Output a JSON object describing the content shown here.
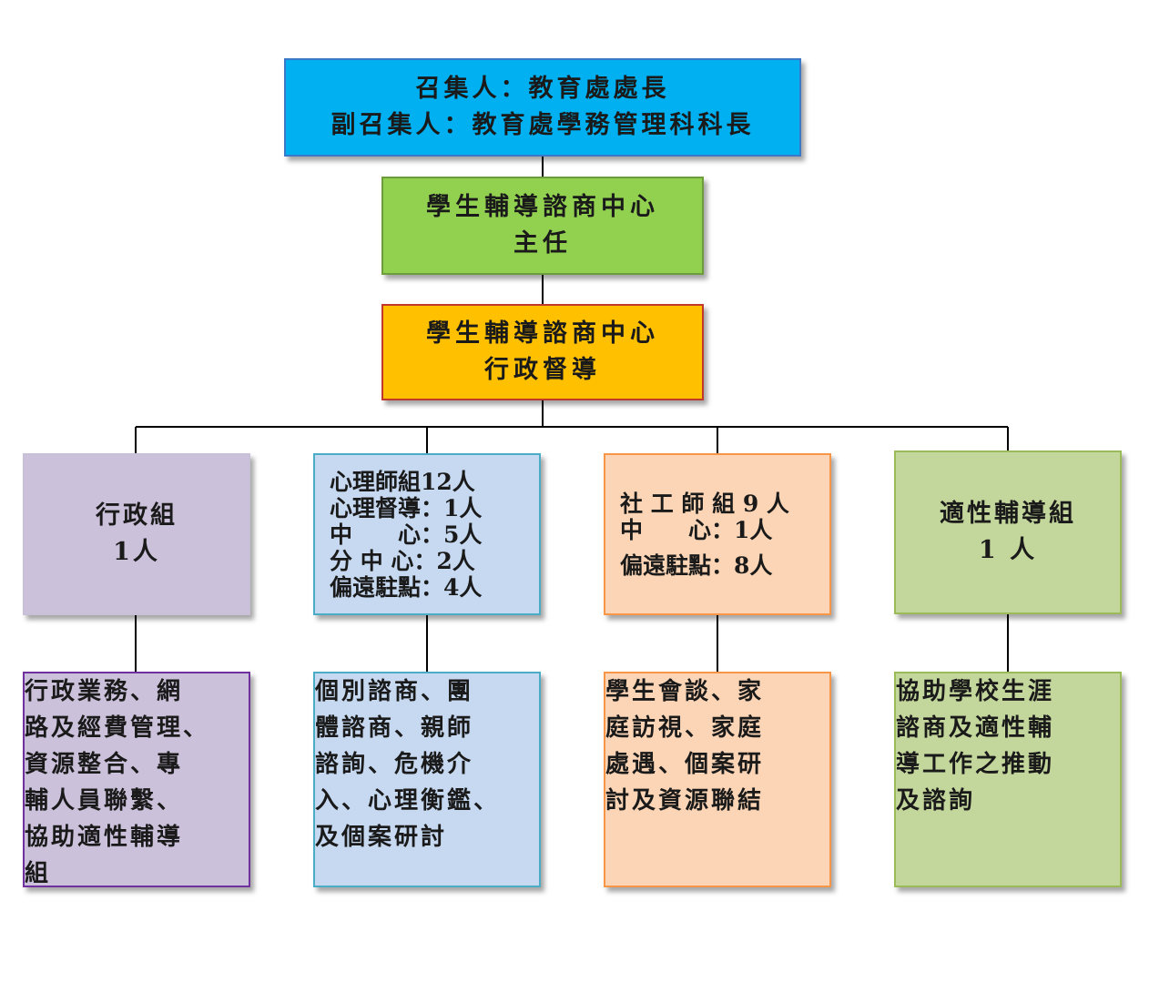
{
  "convener": {
    "line1": "召集人：教育處處長",
    "line2": "副召集人：教育處學務管理科科長"
  },
  "director": {
    "line1": "學生輔導諮商中心",
    "line2": "主任"
  },
  "supervisor": {
    "line1": "學生輔導諮商中心",
    "line2": "行政督導"
  },
  "groups": [
    {
      "lines": [
        "行政組",
        "1人"
      ]
    },
    {
      "lines": [
        "心理師組12人",
        "心理督導：1人",
        "中　　心：5人",
        "分 中 心：2人",
        "偏遠駐點：4人"
      ]
    },
    {
      "lines": [
        "社 工 師 組 9 人",
        "中　　心：1人",
        "偏遠駐點：8人"
      ]
    },
    {
      "lines": [
        "適性輔導組",
        "1 人"
      ]
    }
  ],
  "duties": [
    {
      "lines": [
        "行政業務、網",
        "路及經費管理、",
        "資源整合、專",
        "輔人員聯繫、",
        "協助適性輔導",
        "組"
      ]
    },
    {
      "lines": [
        "個別諮商、團",
        "體諮商、親師",
        "諮詢、危機介",
        "入、心理衡鑑、",
        "及個案研討"
      ]
    },
    {
      "lines": [
        "學生會談、家",
        "庭訪視、家庭",
        "處遇、個案研",
        "討及資源聯結"
      ]
    },
    {
      "lines": [
        "協助學校生涯",
        "諮商及適性輔",
        "導工作之推動",
        "及諮詢"
      ]
    }
  ],
  "colors": {
    "convener": "#00b0f0",
    "director": "#92d050",
    "supervisor": "#ffc000",
    "admin_group": "#ccc1da",
    "psych_group": "#c6d9f1",
    "social_group": "#fbd5b5",
    "career_group": "#c3d69b"
  }
}
